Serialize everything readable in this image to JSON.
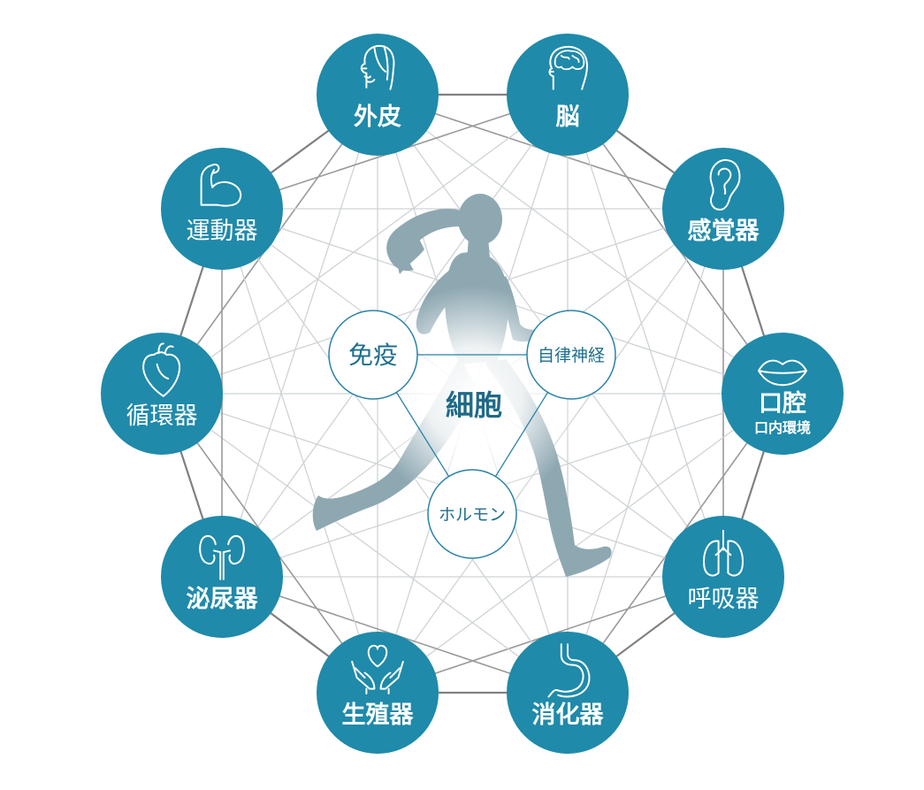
{
  "colors": {
    "organ_fill": "#1f8aaa",
    "inner_stroke": "#2a82a8",
    "inner_text": "#1e6f8e",
    "figure": "#8ea8b2",
    "outer_line": "#808080",
    "inner_line": "#cfd3d6"
  },
  "center": {
    "label": "細胞"
  },
  "inner_nodes": [
    {
      "id": "immunity",
      "label": "免疫"
    },
    {
      "id": "autonomic",
      "label": "自律神経"
    },
    {
      "id": "hormone",
      "label": "ホルモン"
    }
  ],
  "organs": [
    {
      "id": "skin",
      "label": "外皮",
      "icon": "face-profile-icon",
      "bold": true
    },
    {
      "id": "brain",
      "label": "脳",
      "icon": "brain-head-icon",
      "bold": true
    },
    {
      "id": "sensory",
      "label": "感覚器",
      "icon": "ear-icon",
      "bold": true
    },
    {
      "id": "oral",
      "label": "口腔",
      "sublabel": "口内環境",
      "icon": "lips-icon",
      "bold": true
    },
    {
      "id": "respiratory",
      "label": "呼吸器",
      "icon": "lungs-icon",
      "bold": false
    },
    {
      "id": "digestive",
      "label": "消化器",
      "icon": "stomach-icon",
      "bold": true
    },
    {
      "id": "reproductive",
      "label": "生殖器",
      "icon": "heart-hands-icon",
      "bold": true
    },
    {
      "id": "urinary",
      "label": "泌尿器",
      "icon": "kidneys-icon",
      "bold": true
    },
    {
      "id": "circulatory",
      "label": "循環器",
      "icon": "heart-organ-icon",
      "bold": false
    },
    {
      "id": "musculoskeletal",
      "label": "運動器",
      "icon": "flexed-arm-icon",
      "bold": false
    }
  ]
}
